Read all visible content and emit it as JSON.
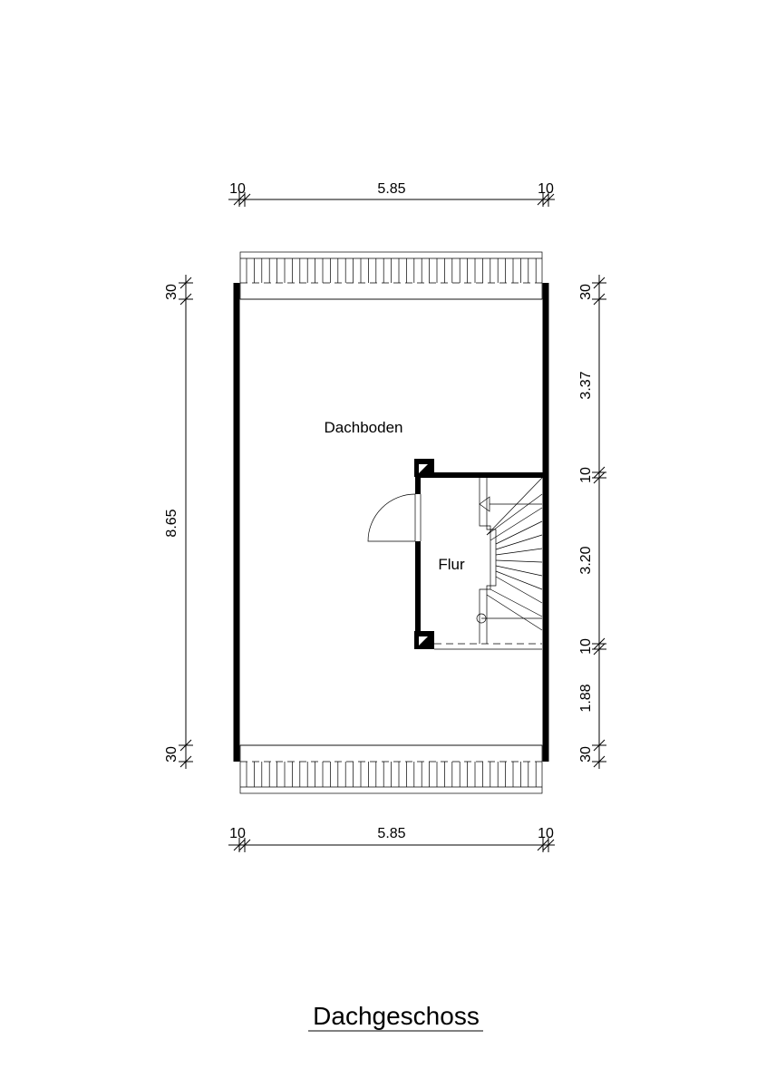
{
  "title": "Dachgeschoss",
  "rooms": {
    "attic": "Dachboden",
    "hall": "Flur"
  },
  "dimensions": {
    "top": {
      "left": "10",
      "middle": "5.85",
      "right": "10"
    },
    "bottom": {
      "left": "10",
      "middle": "5.85",
      "right": "10"
    },
    "left": {
      "top": "30",
      "middle": "8.65",
      "bottom": "30"
    },
    "right": {
      "seg1": "30",
      "seg2": "3.37",
      "seg3": "10",
      "seg4": "3.20",
      "seg5": "10",
      "seg6": "1.88",
      "seg7": "30"
    }
  }
}
